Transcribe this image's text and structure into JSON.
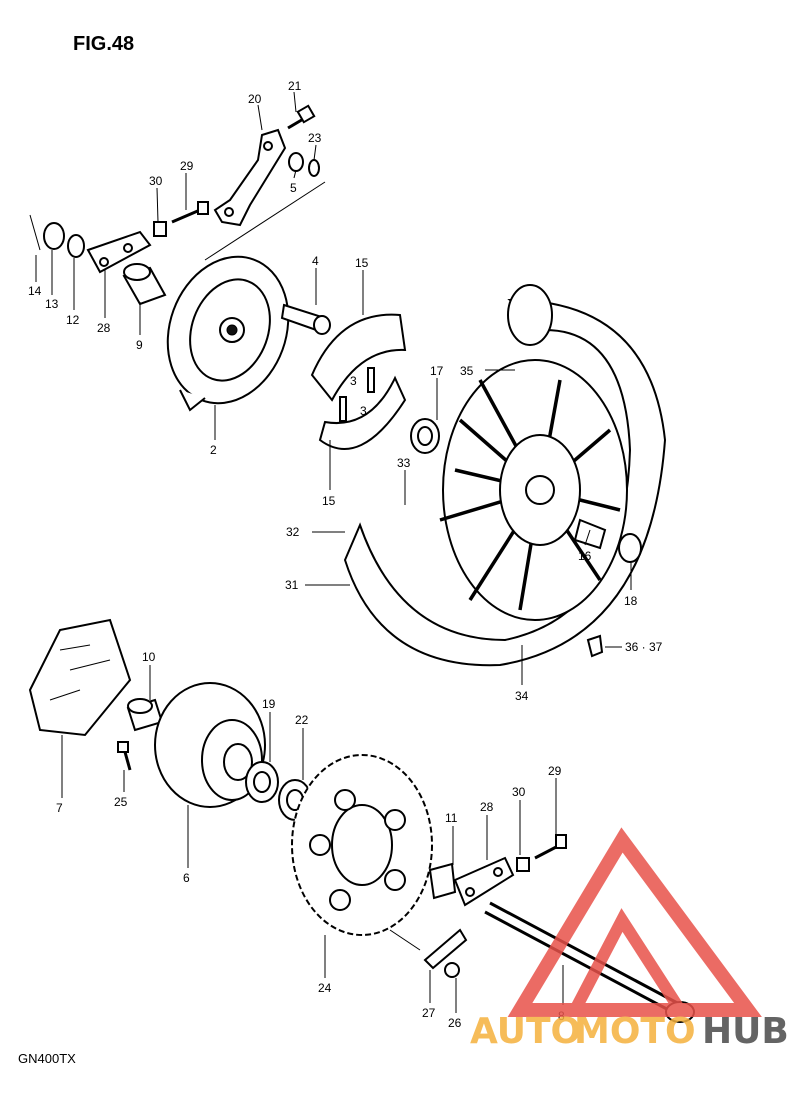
{
  "figure": {
    "title": "FIG.48",
    "model": "GN400TX"
  },
  "watermark": {
    "part1": "AUTO",
    "part2": "MOTO",
    "part3": "HUB",
    "color_red": "#e8524a",
    "color_orange": "#f5b13d",
    "color_dark": "#4a4a4a"
  },
  "labels": {
    "p20": "20",
    "p21": "21",
    "p23": "23",
    "p5": "5",
    "p29a": "29",
    "p30a": "30",
    "p14": "14",
    "p13": "13",
    "p12": "12",
    "p28a": "28",
    "p9": "9",
    "p4": "4",
    "p15a": "15",
    "p2": "2",
    "p3a": "3",
    "p3b": "3",
    "p15b": "15",
    "p17": "17",
    "p35": "35",
    "p33": "33",
    "p32": "32",
    "p31": "31",
    "p16": "16",
    "p18": "18",
    "p36": "36 · 37",
    "p34": "34",
    "p10": "10",
    "p7": "7",
    "p25": "25",
    "p19": "19",
    "p22": "22",
    "p6": "6",
    "p24": "24",
    "p11": "11",
    "p28b": "28",
    "p30b": "30",
    "p29b": "29",
    "p27": "27",
    "p26": "26",
    "p8": "8"
  }
}
